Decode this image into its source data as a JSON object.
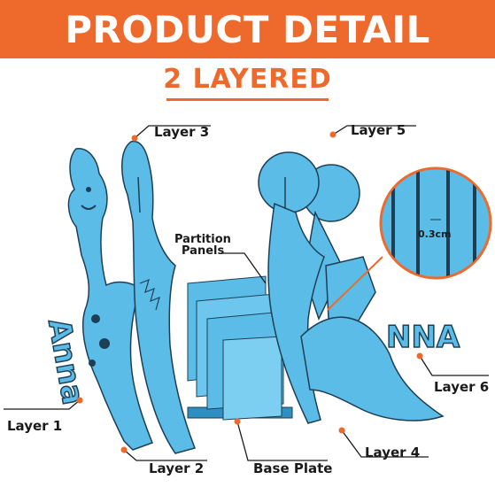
{
  "header": {
    "title": "PRODUCT DETAIL",
    "subtitle": "2 LAYERED"
  },
  "labels": {
    "layer1": "Layer 1",
    "layer2": "Layer 2",
    "layer3": "Layer 3",
    "layer4": "Layer 4",
    "layer5": "Layer 5",
    "layer6": "Layer 6",
    "partition_line1": "Partition",
    "partition_line2": "Panels",
    "base_plate": "Base Plate",
    "gap": "0.3cm"
  },
  "name_text": {
    "left": "Anna",
    "right": "NNA"
  },
  "colors": {
    "accent": "#ee6a2c",
    "panel": "#5bbce8",
    "panel_dark": "#2d8fc2"
  }
}
